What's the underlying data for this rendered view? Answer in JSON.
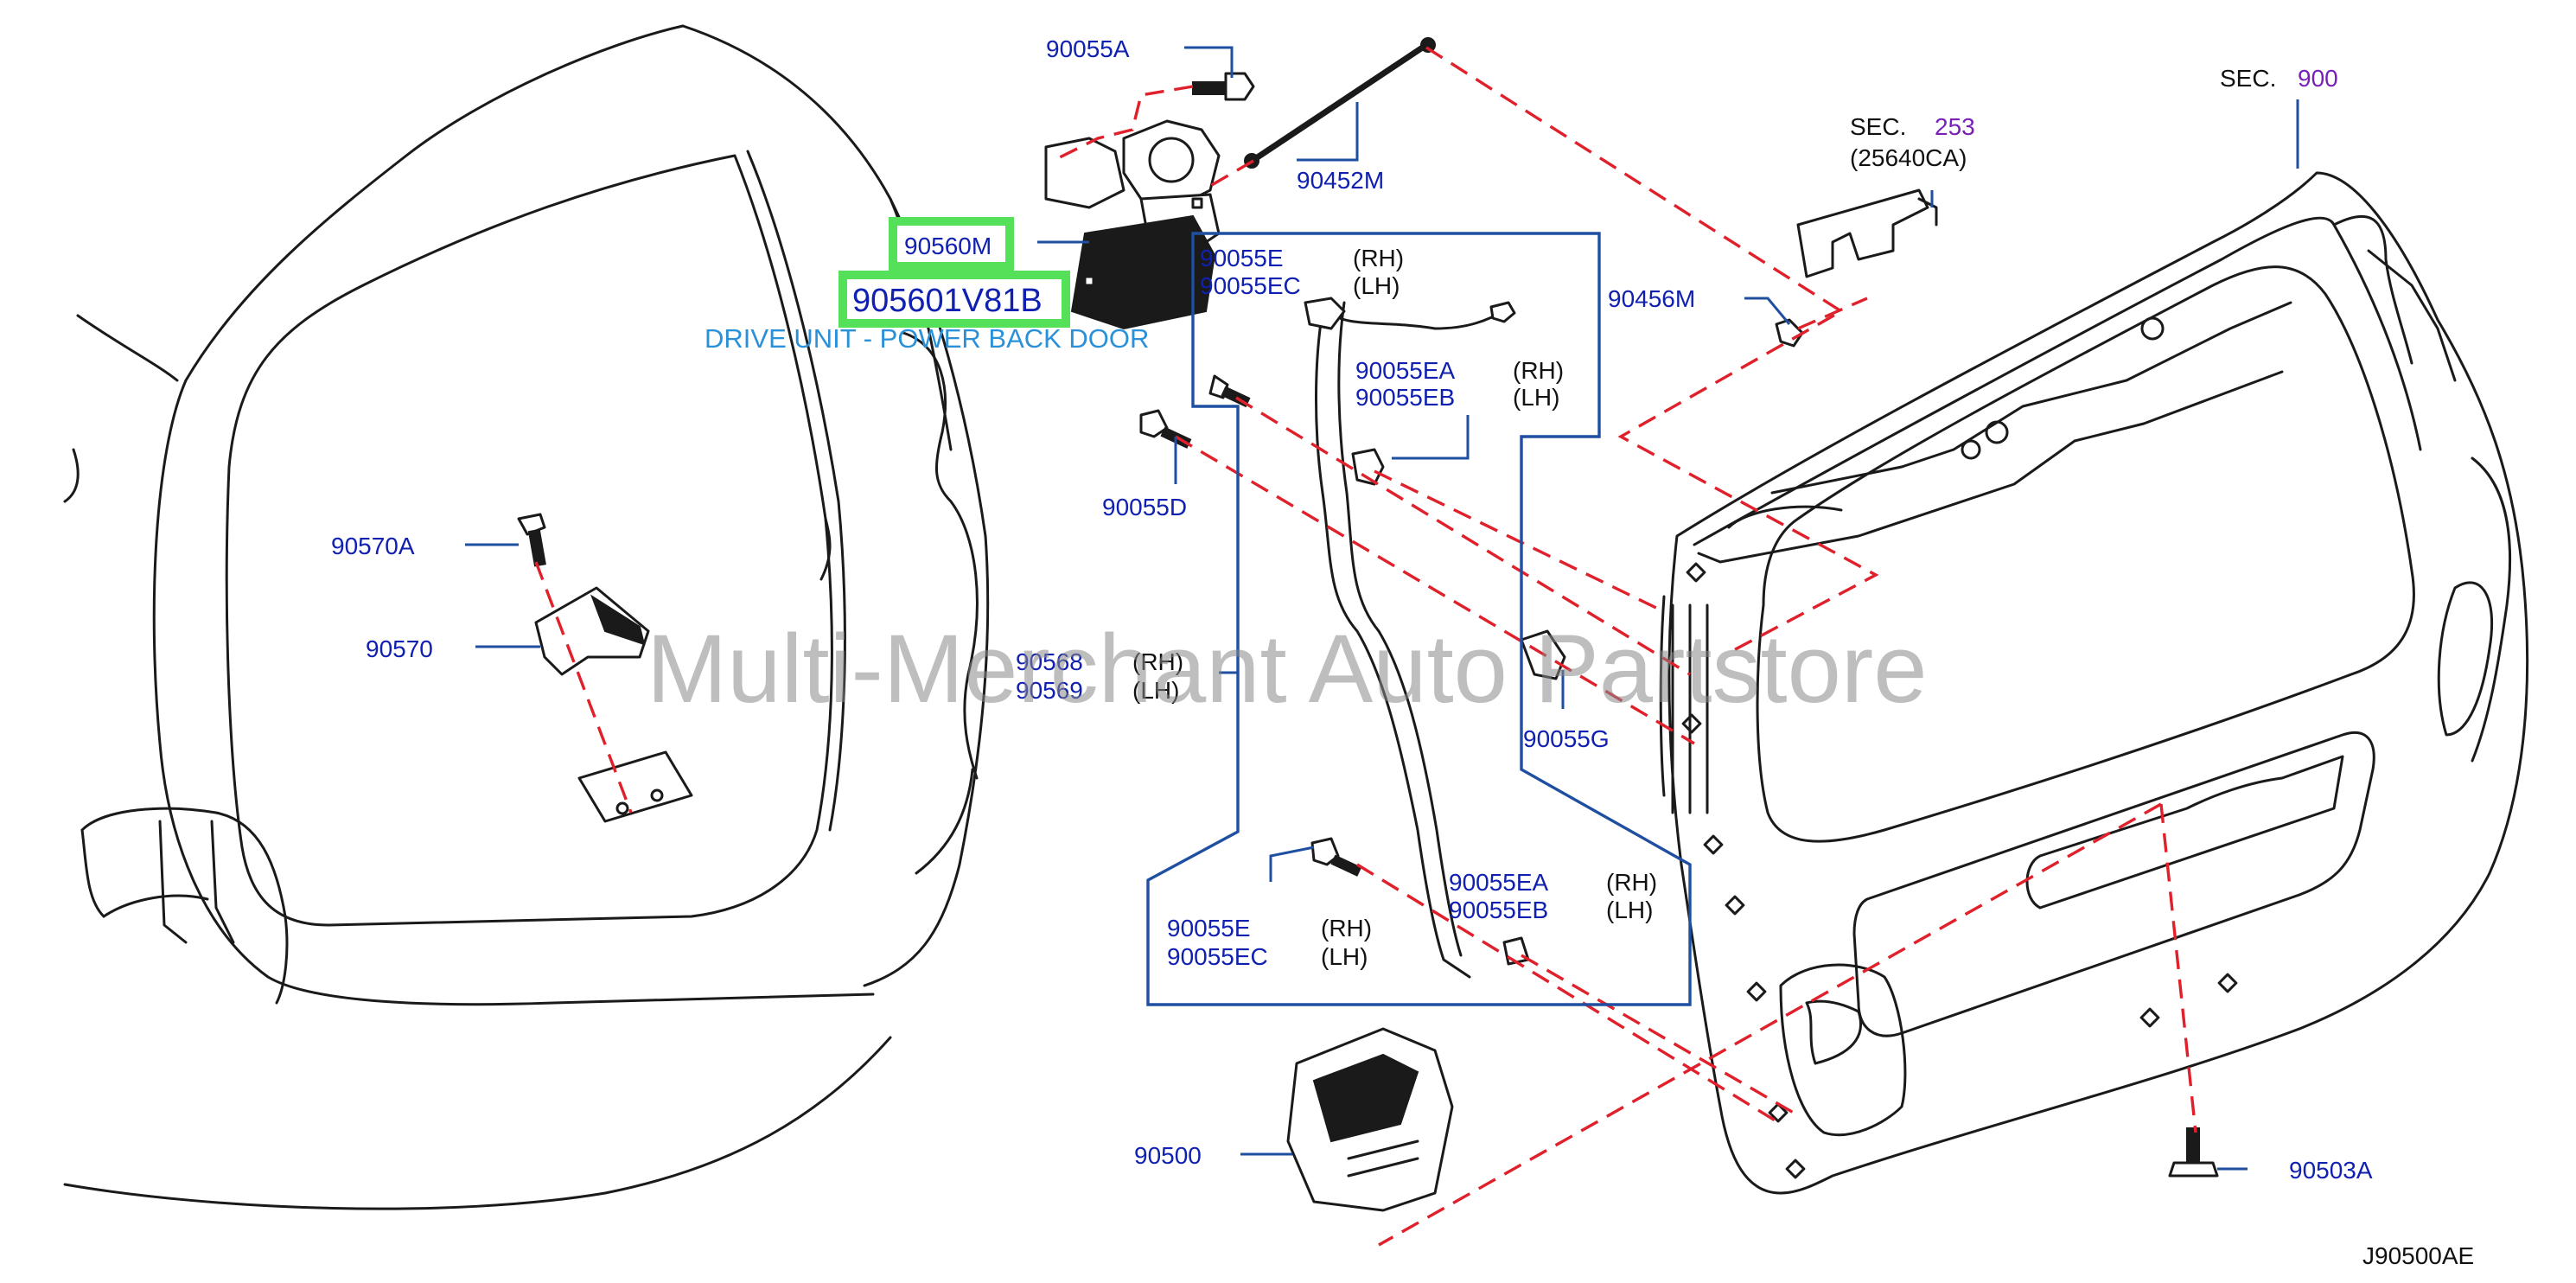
{
  "diagram": {
    "code": "J90500AE",
    "watermark": "Multi-Merchant Auto Partstore",
    "highlight": {
      "part_a": "90560M",
      "part_b": "905601V81B",
      "description": "DRIVE UNIT - POWER BACK DOOR"
    },
    "sections": [
      {
        "prefix": "SEC.",
        "number": "253",
        "sub": "(25640CA)"
      },
      {
        "prefix": "SEC.",
        "number": "900"
      }
    ],
    "parts": {
      "p90055A": "90055A",
      "p90452M": "90452M",
      "p90456M": "90456M",
      "p90055D": "90055D",
      "p90570A": "90570A",
      "p90570": "90570",
      "p90568": "90568",
      "p90569": "90569",
      "p90055G": "90055G",
      "p90500": "90500",
      "p90503A": "90503A",
      "g1": {
        "a": "90055E",
        "b": "90055EC"
      },
      "g2": {
        "a": "90055EA",
        "b": "90055EB"
      },
      "g3": {
        "a": "90055EA",
        "b": "90055EB"
      },
      "g4": {
        "a": "90055E",
        "b": "90055EC"
      }
    },
    "rh": "(RH)",
    "lh": "(LH)"
  }
}
